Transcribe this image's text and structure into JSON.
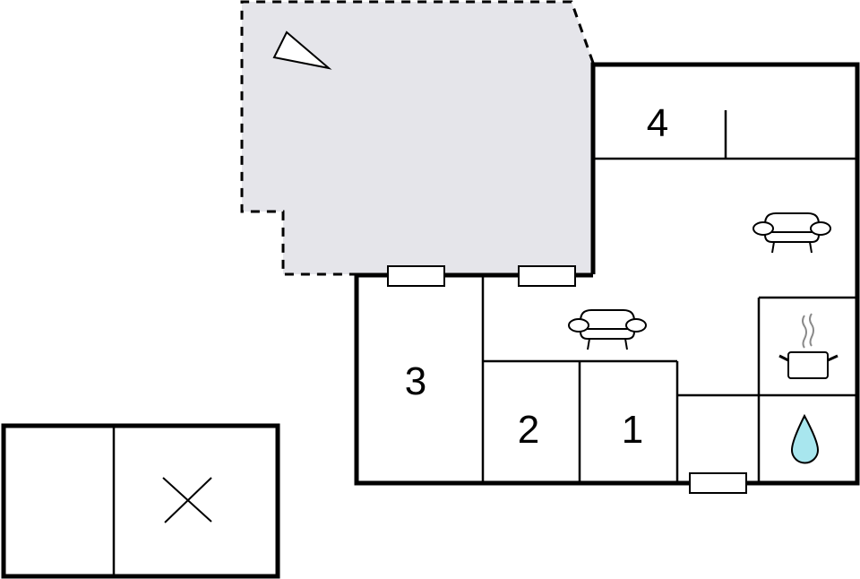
{
  "floorplan": {
    "colors": {
      "wall": "#000000",
      "terrace_fill": "#e5e5ea",
      "background": "#ffffff",
      "water_drop": "#a8e6ee",
      "steam": "#8a8a8a"
    },
    "rooms": [
      {
        "id": "room-1",
        "label": "1"
      },
      {
        "id": "room-2",
        "label": "2"
      },
      {
        "id": "room-3",
        "label": "3"
      },
      {
        "id": "room-4",
        "label": "4"
      }
    ],
    "icons": [
      {
        "name": "armchair-icon",
        "room": "living-room-upper"
      },
      {
        "name": "armchair-icon",
        "room": "living-room-lower"
      },
      {
        "name": "cooking-pot-icon",
        "room": "kitchen"
      },
      {
        "name": "water-drop-icon",
        "room": "bathroom"
      },
      {
        "name": "compass-north-arrow-icon",
        "room": "terrace"
      },
      {
        "name": "cross-mark-icon",
        "room": "annex"
      }
    ],
    "areas": [
      "terrace",
      "main-house",
      "annex"
    ]
  }
}
